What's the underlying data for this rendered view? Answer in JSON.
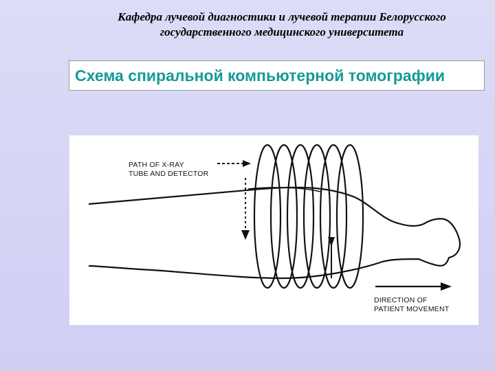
{
  "header": {
    "line1": "Кафедра лучевой диагностики и лучевой терапии Белорусского",
    "line2": "государственного медицинского университета"
  },
  "title": "Схема спиральной компьютерной томографии",
  "diagram": {
    "path_label_line1": "PATH OF X-RAY",
    "path_label_line2": "TUBE AND DETECTOR",
    "direction_label_line1": "DIRECTION OF",
    "direction_label_line2": "PATIENT MOVEMENT"
  },
  "colors": {
    "title_text": "#149a9a",
    "background": "#d6d6f5",
    "figure_background": "#ffffff"
  }
}
